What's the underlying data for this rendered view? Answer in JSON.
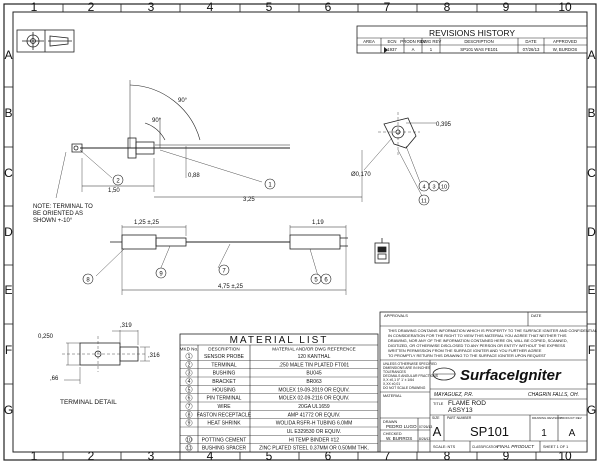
{
  "border": {
    "cols": [
      "1",
      "2",
      "3",
      "4",
      "5",
      "6",
      "7",
      "8",
      "9",
      "10"
    ],
    "rows": [
      "A",
      "B",
      "C",
      "D",
      "E",
      "F",
      "G"
    ]
  },
  "revisions": {
    "title": "REVISIONS HISTORY",
    "headers": [
      "AREA",
      "ECN",
      "PRODN REV",
      "DWG REV",
      "DESCRIPTION",
      "DATE",
      "APPROVED"
    ],
    "row": [
      "",
      "1937",
      "A",
      "1",
      "SP101 WAS FE101",
      "07/26/13",
      "W, BURDOS"
    ]
  },
  "dims": {
    "angle_top": "90°",
    "angle_mid": "90°",
    "len_a": "1,50",
    "len_b": "3,25",
    "dia_probe": "0,88",
    "hole_off": "0,395",
    "hole_dia": "Ø0,170",
    "wire_a": "1,25 ±,25",
    "wire_b": "1,19",
    "wire_total": "4,75 ±,25",
    "term_w": ",319",
    "term_h": "0,250",
    "term_s": ",316",
    "term_b": ",66"
  },
  "note": [
    "NOTE: TERMINAL TO",
    "BE ORIENTED AS",
    "SHOWN +-10°"
  ],
  "detail_label": "TERMINAL DETAIL",
  "balloons": [
    "1",
    "2",
    "3",
    "4",
    "5",
    "6",
    "7",
    "8",
    "9",
    "10",
    "11"
  ],
  "material_list": {
    "title": "MATERIAL LIST",
    "headers": [
      "MKD No.",
      "DESCRIPTION",
      "MATERIAL AND/OR DWG REFERENCE"
    ],
    "rows": [
      [
        "1",
        "SENSOR PROBE",
        "120 KANTHAL"
      ],
      [
        "2",
        "TERMINAL",
        ".250 MALE TIN PLATED FT001"
      ],
      [
        "3",
        "BUSHING",
        "BU045"
      ],
      [
        "4",
        "BRACKET",
        "BR063"
      ],
      [
        "5",
        "HOUSING",
        "MOLEX 19-09-2019 OR EQUIV."
      ],
      [
        "6",
        "PIN TERMINAL",
        "MOLEX 02-09-2116 OR EQUIV."
      ],
      [
        "7",
        "WIRE",
        "20GA UL1659"
      ],
      [
        "8",
        "FASTON RECEPTACLE",
        "AMP 41772 OR EQUIV."
      ],
      [
        "9",
        "HEAT SHRINK",
        "WOLIDA RSFR-H TUBING 6.0MM"
      ],
      [
        "9b",
        "",
        "UL E329530 OR EQUIV."
      ],
      [
        "10",
        "POTTING CEMENT",
        "HI TEMP BINDER #12"
      ],
      [
        "11",
        "BUSHING SPACER",
        "ZINC PLATED STEEL 0.37MM OR 0.50MM THK."
      ]
    ]
  },
  "title_block": {
    "approvals": "APPROVALS",
    "date": "DATE",
    "notice": [
      "THIS DRAWING CONTAINS INFORMATION WHICH IS PROPERTY TO THE SURFACE IGNITER AND CONFIDENTIAL",
      "IN CONSIDERATION FOR THE RIGHT TO VIEW THIS MATERIAL YOU AGREE THAT NEITHER THIS",
      "DRAWING, NOR ANY OF THE INFORMATION CONTAINED HERE ON, WILL BE COPIED, SCANNED,",
      "DIGITIZED, OR OTHERWISE DISCLOSED TO ANY PERSON OR ENTITY WITHOUT THE EXPRESS",
      "WRITTEN PERMISSION FROM THE SURFACE IGNITER AND YOU FURTHER AGREE",
      "TO PROMPTLY RETURN THIS DRAWING TO THE SURFACE IGNITER UPON REQUEST"
    ],
    "tolerance": [
      "UNLESS OTHERWISE SPECIFIED",
      "DIMENSIONS ARE IN INCHES",
      "TOLERANCES",
      "DECIMALS  ANGULAR  FRACTIONS",
      "X,X ±0,1   0° 1'   ± 1/64",
      "X,XX ±0,01",
      "DO NOT SCALE DRAWING"
    ],
    "material": "MATERIAL",
    "drawn_label": "DRAWN",
    "drawn_name": "PEDRO LUGO",
    "drawn_date": "07/26/13",
    "checked_label": "CHECKED",
    "checked_name": "W. BURROS",
    "checked_date": "8/26/13",
    "company": "SurfaceIgniter",
    "location_left": "MAYAGUEZ, P.R.",
    "location_right": "CHAGRIN FALLS, OH.",
    "title_label": "TITLE",
    "title": [
      "FLAME ROD",
      "ASSY13"
    ],
    "size_label": "SIZE",
    "size": "A",
    "part_label": "PART NUMBER",
    "part": "SP101",
    "rev_label": "DRAWING REVISION",
    "rev": "1",
    "prod_label": "PRODUCT REV",
    "prod": "A",
    "scale": "SCALE: NTS",
    "class_label": "CLASSIFICATION",
    "class": "FINAL PRODUCT",
    "sheet": "SHEET 1 OF 1"
  }
}
